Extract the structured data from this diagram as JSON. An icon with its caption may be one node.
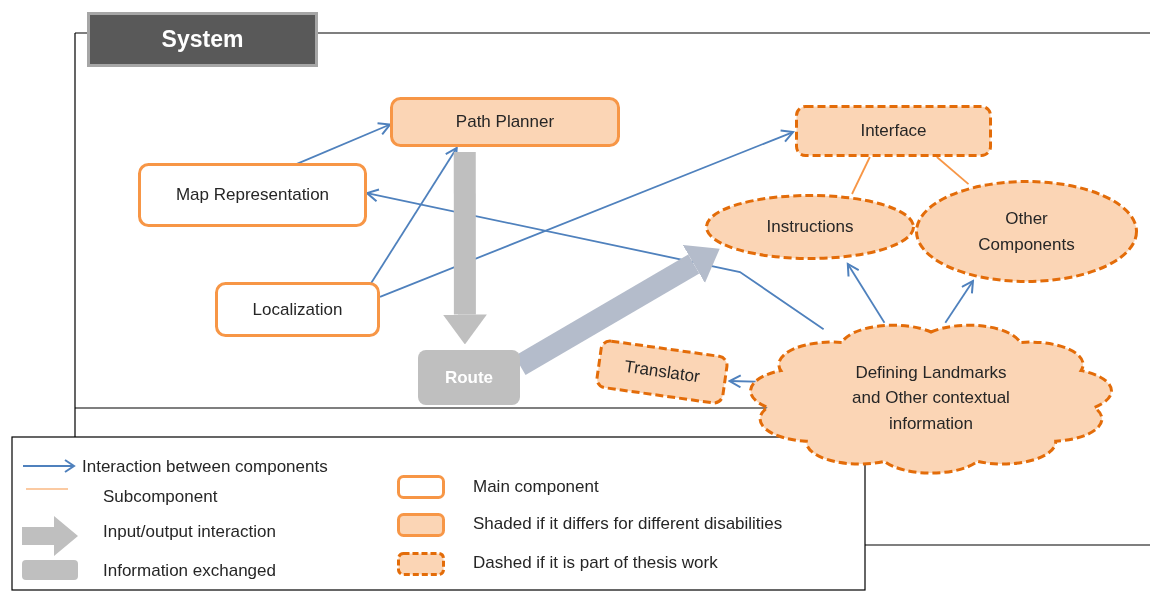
{
  "diagram": {
    "title": "System",
    "nodes": [
      {
        "text": [
          "Path Planner"
        ]
      },
      {
        "text": [
          "Map Representation"
        ]
      },
      {
        "text": [
          "Localization"
        ]
      },
      {
        "text": [
          "Interface"
        ]
      },
      {
        "text": [
          "Instructions"
        ]
      },
      {
        "text": [
          "Other Components"
        ]
      },
      {
        "text": [
          "Translator"
        ]
      },
      {
        "text": [
          "Route"
        ]
      },
      {
        "text": [
          "Defining Landmarks and Other contextual information"
        ]
      }
    ],
    "edges": [
      {
        "from": 1,
        "to": 0,
        "arrow": "to"
      },
      {
        "from": 2,
        "to": 0,
        "arrow": "to"
      },
      {
        "from": 2,
        "to": 3,
        "arrow": "to"
      },
      {
        "from": 8,
        "to": 1,
        "arrow": "to"
      },
      {
        "from": 8,
        "to": 6,
        "arrow": "to"
      },
      {
        "from": 8,
        "to": 4,
        "arrow": "to"
      },
      {
        "from": 8,
        "to": 5,
        "arrow": "to"
      },
      {
        "from": 3,
        "to": 4,
        "arrow": "none",
        "color": "#f79646"
      },
      {
        "from": 3,
        "to": 5,
        "arrow": "none",
        "color": "#f79646"
      },
      {
        "from": 0,
        "to": 7,
        "arrow": "to",
        "style": "thick",
        "color": "#bfbfbf"
      },
      {
        "from": 7,
        "to": 4,
        "arrow": "to",
        "style": "thick",
        "color": "#b4bccb"
      }
    ],
    "legend": [
      {
        "text": "Interaction between components"
      },
      {
        "text": "Subcomponent"
      },
      {
        "text": "Input/output interaction"
      },
      {
        "text": "Information exchanged",
        "color": "#bfbfbf"
      },
      {
        "text": "Main component"
      },
      {
        "text": "Shaded if it differs for different disabilities"
      },
      {
        "text": "Dashed if it is part of thesis work"
      }
    ]
  }
}
